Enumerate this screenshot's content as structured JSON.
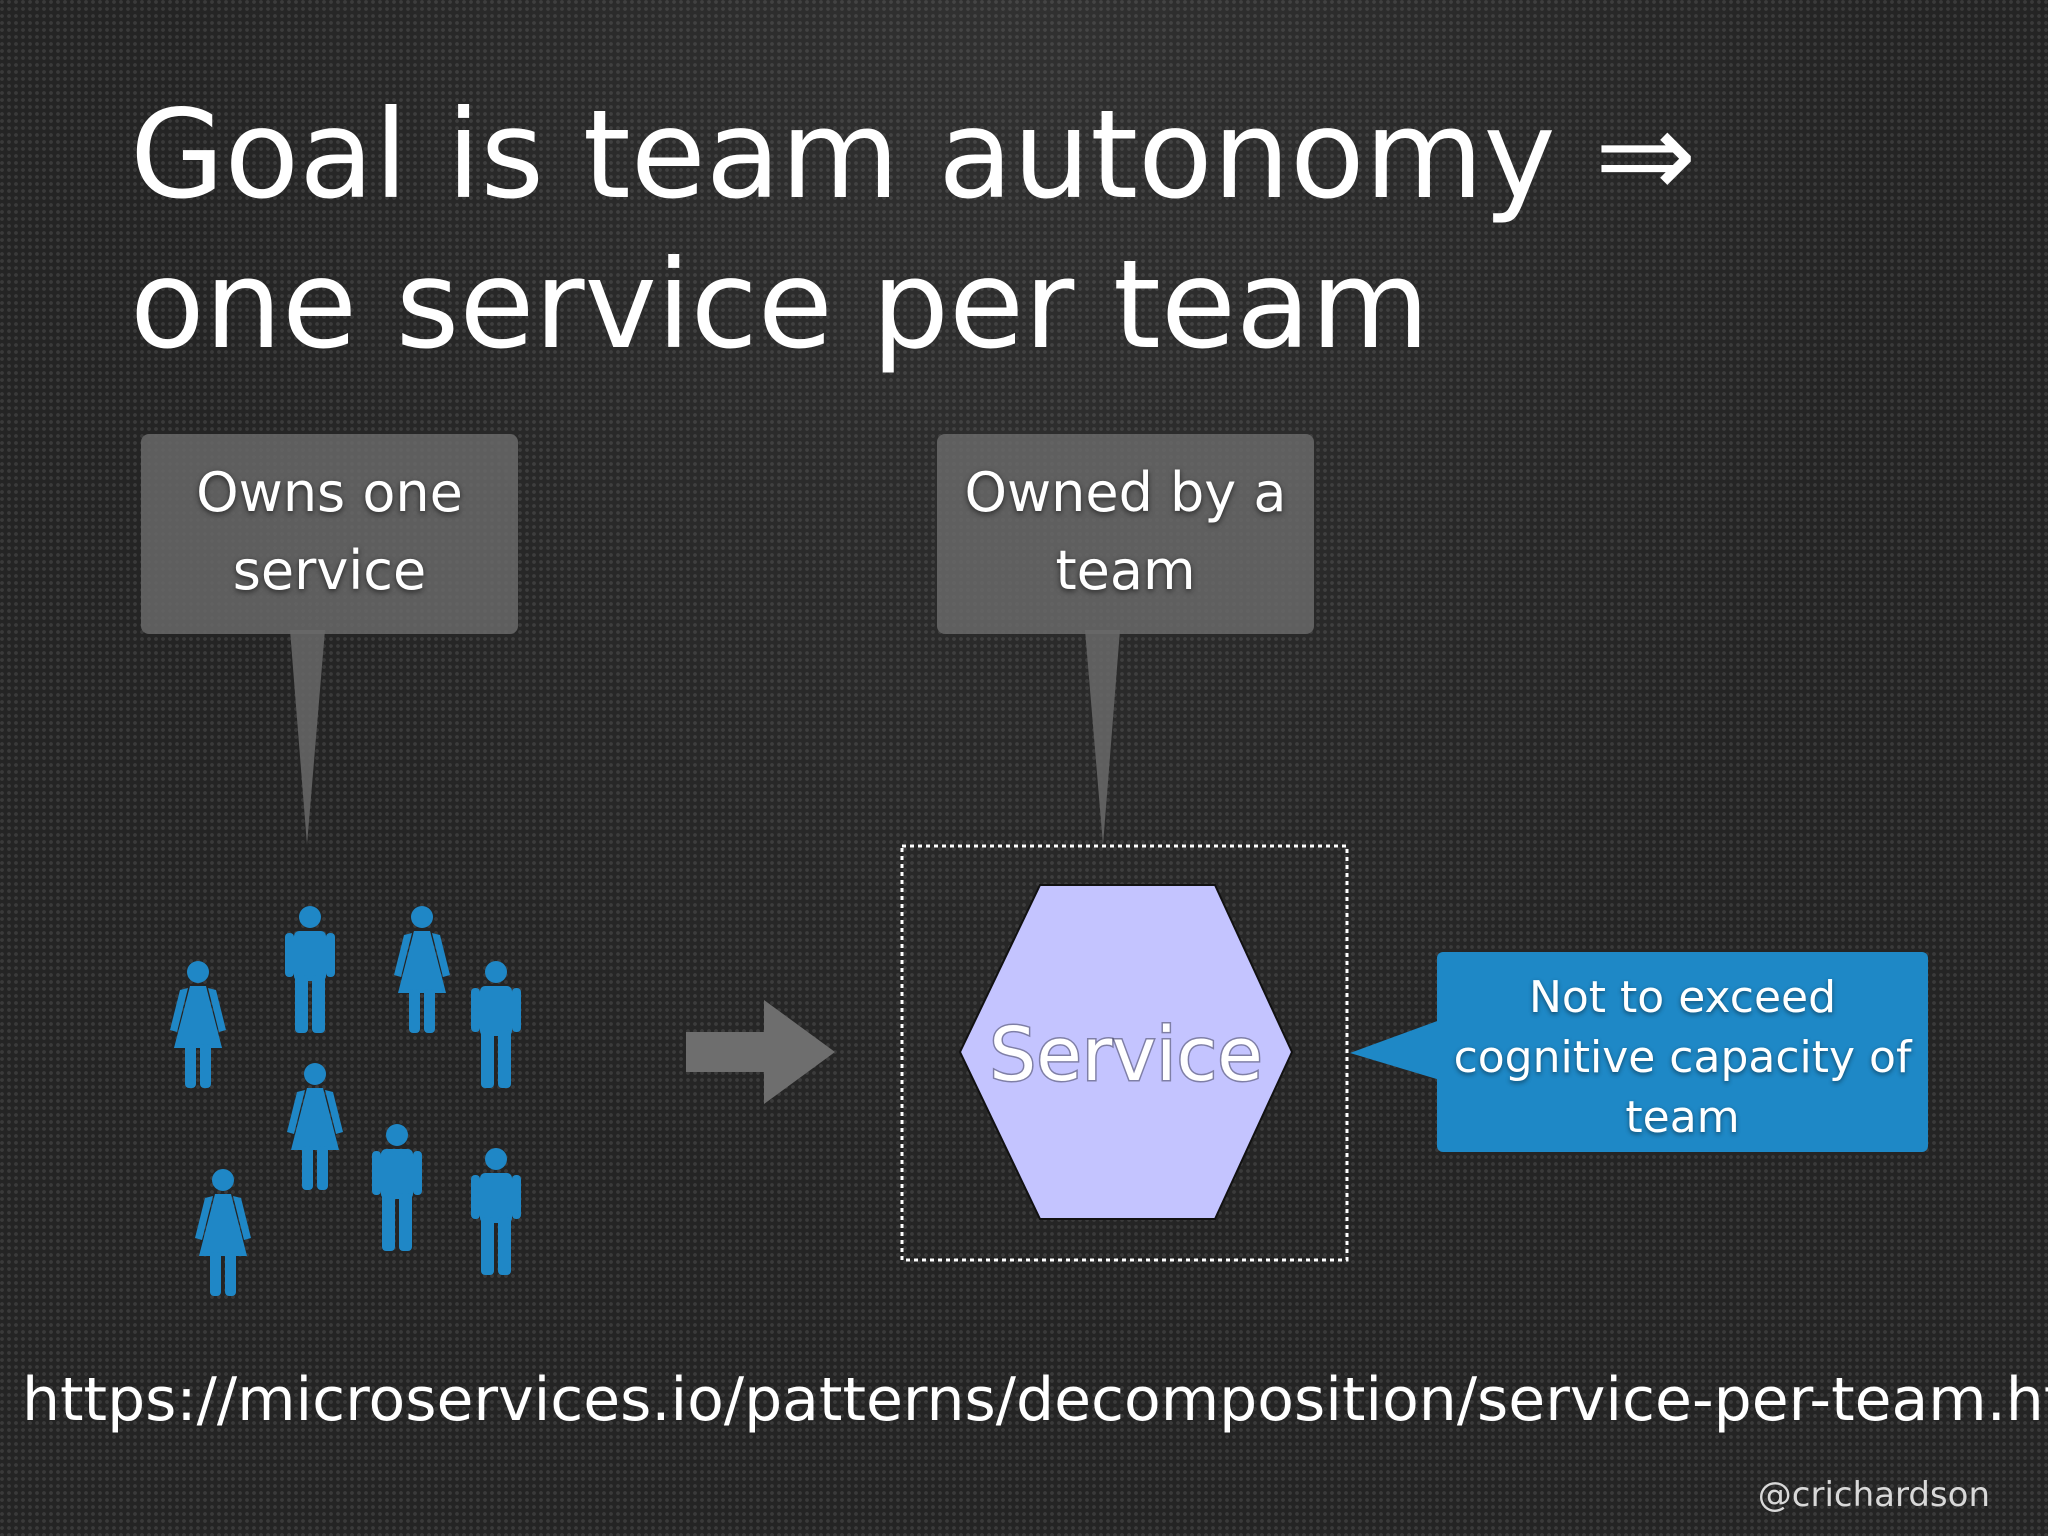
{
  "title": "Goal is team autonomy ⇒ one service per team",
  "callouts": {
    "team": {
      "line1": "Owns one",
      "line2": "service"
    },
    "service": {
      "line1": "Owned by a",
      "line2": "team"
    },
    "capacity": {
      "line1": "Not to exceed",
      "line2": "cognitive capacity of",
      "line3": "team"
    }
  },
  "service_label": "Service",
  "url": "https://microservices.io/patterns/decomposition/service-per-team.html",
  "handle": "@crichardson",
  "people": [
    {
      "gender": "female"
    },
    {
      "gender": "male"
    },
    {
      "gender": "female"
    },
    {
      "gender": "male"
    },
    {
      "gender": "female"
    },
    {
      "gender": "male"
    },
    {
      "gender": "male"
    },
    {
      "gender": "female"
    }
  ],
  "colors": {
    "background": "#242424",
    "person": "#1f87c6",
    "hexagon_fill": "#c4c4ff",
    "callout_gray": "#6a6a6a",
    "callout_blue": "#1e88c6",
    "arrow": "#6e6e6e"
  }
}
